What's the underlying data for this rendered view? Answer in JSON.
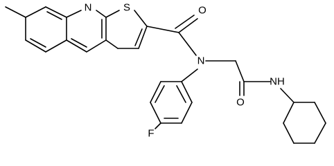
{
  "molecule": {
    "atoms": {
      "nitrogen_ring": "N",
      "sulfur": "S",
      "oxygen_amide": "O",
      "nitrogen_amide": "N",
      "oxygen_glycine": "O",
      "nh": "NH",
      "fluorine": "F"
    },
    "colors": {
      "bond": "#000000",
      "label": "#000000",
      "background": "#ffffff"
    }
  }
}
